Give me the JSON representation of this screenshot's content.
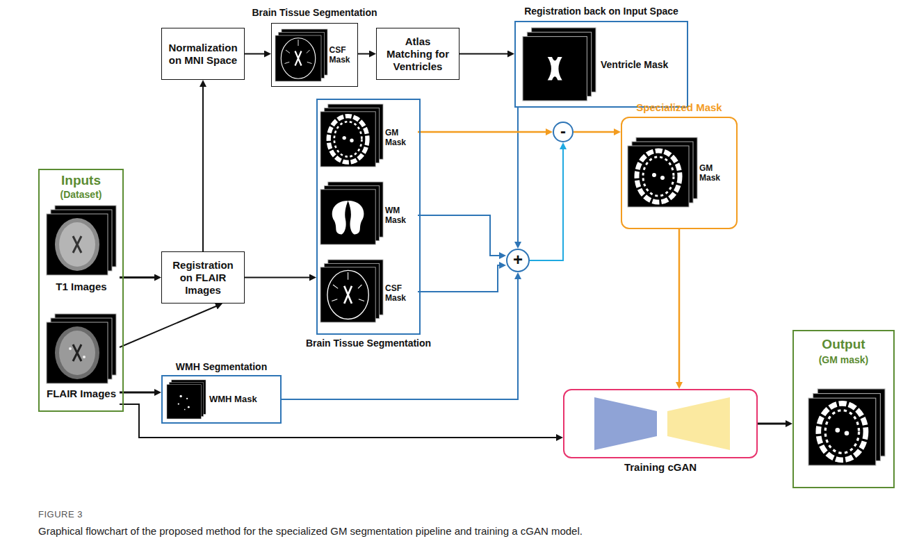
{
  "diagram": {
    "caption": "Graphical flowchart of the proposed method for the specialized GM segmentation pipeline and training a cGAN model.",
    "nodes": [
      {
        "text": [
          "Inputs",
          "(Dataset)"
        ]
      },
      {
        "text": [
          "T1 Images"
        ],
        "in": 0
      },
      {
        "text": [
          "FLAIR Images"
        ],
        "in": 0
      },
      {
        "text": [
          "Normalization on MNI Space"
        ]
      },
      {
        "text": [
          "Brain Tissue Segmentation"
        ]
      },
      {
        "text": [
          "CSF Mask"
        ],
        "in": 4
      },
      {
        "text": [
          "Atlas Matching for Ventricles"
        ]
      },
      {
        "text": [
          "Registration back on Input Space"
        ]
      },
      {
        "text": [
          "Ventricle Mask"
        ],
        "in": 7
      },
      {
        "text": [
          "Registration on FLAIR Images"
        ]
      },
      {
        "text": [
          "Brain Tissue Segmentation"
        ]
      },
      {
        "text": [
          "GM Mask"
        ],
        "in": 10
      },
      {
        "text": [
          "WM Mask"
        ],
        "in": 10
      },
      {
        "text": [
          "CSF Mask"
        ],
        "in": 10
      },
      {
        "text": [
          "-"
        ]
      },
      {
        "text": [
          "+"
        ]
      },
      {
        "text": [
          "Specialized Mask"
        ]
      },
      {
        "text": [
          "GM Mask"
        ],
        "in": 16
      },
      {
        "text": [
          "WMH Segmentation"
        ]
      },
      {
        "text": [
          "WMH Mask"
        ],
        "in": 18
      },
      {
        "text": [
          "Training cGAN"
        ]
      },
      {
        "text": [
          "Output",
          "(GM mask)"
        ]
      }
    ],
    "edges": [
      {
        "from": 1,
        "to": 9,
        "arrow": "to"
      },
      {
        "from": 2,
        "to": 9,
        "arrow": "to"
      },
      {
        "from": 2,
        "to": 18,
        "arrow": "to"
      },
      {
        "from": 2,
        "to": 20,
        "arrow": "to"
      },
      {
        "from": 9,
        "to": 3,
        "arrow": "to"
      },
      {
        "from": 9,
        "to": 10,
        "arrow": "to"
      },
      {
        "from": 3,
        "to": 4,
        "arrow": "to"
      },
      {
        "from": 4,
        "to": 6,
        "arrow": "to"
      },
      {
        "from": 6,
        "to": 7,
        "arrow": "to"
      },
      {
        "from": 7,
        "to": 15,
        "arrow": "to"
      },
      {
        "from": 12,
        "to": 15,
        "arrow": "to"
      },
      {
        "from": 13,
        "to": 15,
        "arrow": "to"
      },
      {
        "from": 18,
        "to": 15,
        "arrow": "to"
      },
      {
        "from": 11,
        "to": 14,
        "arrow": "to"
      },
      {
        "from": 15,
        "to": 14,
        "arrow": "to"
      },
      {
        "from": 14,
        "to": 16,
        "arrow": "to"
      },
      {
        "from": 16,
        "to": 20,
        "arrow": "to"
      },
      {
        "from": 20,
        "to": 21,
        "arrow": "to"
      }
    ],
    "labels": [
      "FIGURE 3"
    ]
  }
}
